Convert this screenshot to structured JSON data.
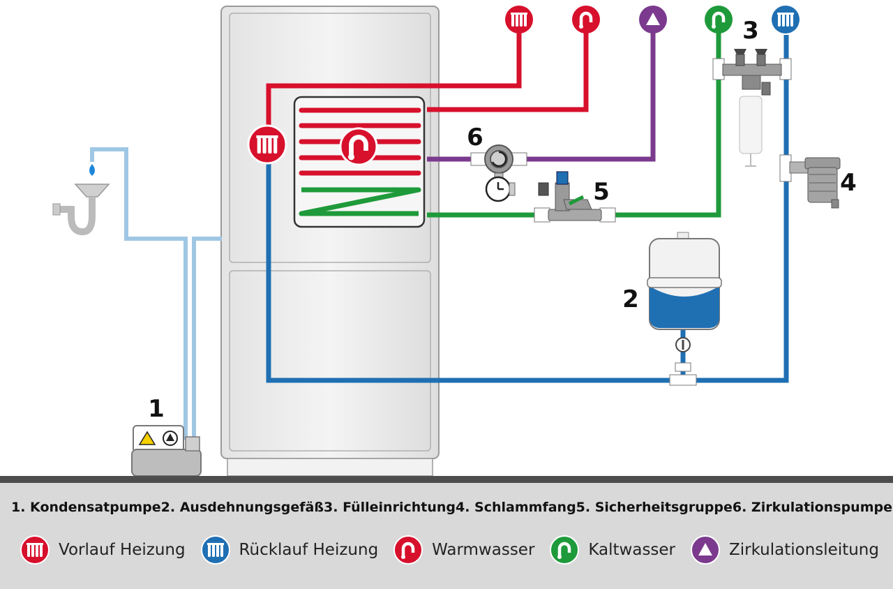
{
  "colors": {
    "vorlauf_heizung": "#d7102c",
    "ruecklauf_heizung": "#1f6fb3",
    "warmwasser": "#d7102c",
    "kaltwasser": "#1e9a3a",
    "zirkulationsleitung": "#7b3a8e",
    "kondensat": "#9fc7e4",
    "floor": "#4d4d4d",
    "legend_background": "#d9d9d9",
    "cabinet": "#ececec"
  },
  "icons": {
    "vorlauf_heizung": "radiator-icon",
    "ruecklauf_heizung": "radiator-icon",
    "warmwasser": "hot-water-tap-icon",
    "kaltwasser": "cold-water-tap-icon",
    "zirkulationsleitung": "triangle-icon"
  },
  "diagram": {
    "labels": [
      "1",
      "2",
      "3",
      "4",
      "5",
      "6"
    ]
  },
  "components": [
    "1. Kondensatpumpe",
    "2. Ausdehnungsgefäß",
    "3. Fülleinrichtung",
    "4. Schlammfang",
    "5. Sicherheitsgruppe",
    "6. Zirkulationspumpe"
  ],
  "legend": [
    "Vorlauf Heizung",
    "Rücklauf Heizung",
    "Warmwasser",
    "Kaltwasser",
    "Zirkulationsleitung"
  ]
}
